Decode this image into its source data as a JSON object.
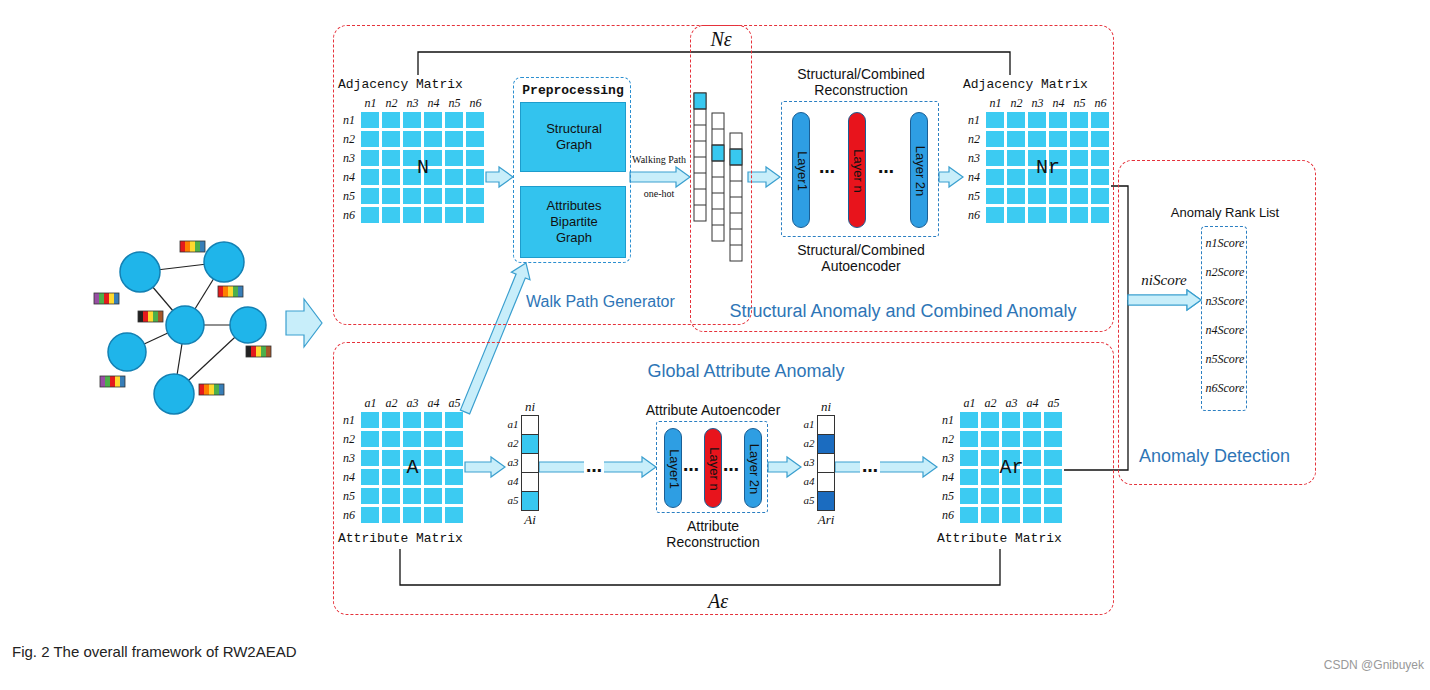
{
  "diagram": {
    "caption": "Fig. 2 The overall framework of RW2AEAD",
    "nodes": [
      {
        "text": [
          "Walk Path Generator"
        ]
      },
      {
        "text": [
          "Adjacency Matrix",
          "n1",
          "n2",
          "n3",
          "n4",
          "n5",
          "n6",
          "n1",
          "n2",
          "n3",
          "n4",
          "n5",
          "n6",
          "N"
        ],
        "in": 0
      },
      {
        "text": [
          "Preprocessing"
        ],
        "in": 0
      },
      {
        "text": [
          "Structural Graph"
        ],
        "in": 2
      },
      {
        "text": [
          "Attributes Bipartite Graph"
        ],
        "in": 2
      },
      {
        "text": [
          "Structural Anomaly and Combined Anomaly"
        ]
      },
      {
        "text": [
          "Structural/Combined Reconstruction",
          "Structural/Combined Autoencoder"
        ],
        "in": 5
      },
      {
        "text": [
          "Layer1"
        ],
        "in": 6
      },
      {
        "text": [
          "Layer n"
        ],
        "in": 6
      },
      {
        "text": [
          "Layer 2n"
        ],
        "in": 6
      },
      {
        "text": [
          "Adjacency Matrix",
          "n1",
          "n2",
          "n3",
          "n4",
          "n5",
          "n6",
          "n1",
          "n2",
          "n3",
          "n4",
          "n5",
          "n6",
          "Nr"
        ],
        "in": 5
      },
      {
        "text": [
          "Global Attribute Anomaly"
        ]
      },
      {
        "text": [
          "a1",
          "a2",
          "a3",
          "a4",
          "a5",
          "n1",
          "n2",
          "n3",
          "n4",
          "n5",
          "n6",
          "A",
          "Attribute Matrix"
        ],
        "in": 11
      },
      {
        "text": [
          "ni",
          "a1",
          "a2",
          "a3",
          "a4",
          "a5",
          "Ai"
        ],
        "in": 11
      },
      {
        "text": [
          "Attribute Autoencoder",
          "Attribute Reconstruction"
        ],
        "in": 11
      },
      {
        "text": [
          "Layer1"
        ],
        "in": 14
      },
      {
        "text": [
          "Layer n"
        ],
        "in": 14
      },
      {
        "text": [
          "Layer 2n"
        ],
        "in": 14
      },
      {
        "text": [
          "ni",
          "a1",
          "a2",
          "a3",
          "a4",
          "a5",
          "Ari"
        ],
        "in": 11
      },
      {
        "text": [
          "a1",
          "a2",
          "a3",
          "a4",
          "a5",
          "n1",
          "n2",
          "n3",
          "n4",
          "n5",
          "n6",
          "Ar",
          "Attribute Matrix"
        ],
        "in": 11
      },
      {
        "text": [
          "Anomaly Detection"
        ]
      },
      {
        "text": [
          "Anomaly Rank List",
          "n1Score",
          "n2Score",
          "n3Score",
          "n4Score",
          "n5Score",
          "n6Score"
        ],
        "in": 20
      }
    ],
    "edges": [
      {
        "from": 1,
        "to": 2,
        "arrow": "to"
      },
      {
        "from": 12,
        "to": 2,
        "arrow": "to"
      },
      {
        "from": 6,
        "to": 10,
        "arrow": "to"
      },
      {
        "from": 1,
        "to": 10,
        "label": "Nε",
        "arrow": "none"
      },
      {
        "from": 12,
        "to": 13,
        "arrow": "to"
      },
      {
        "from": 13,
        "to": 14,
        "label": "…",
        "arrow": "to"
      },
      {
        "from": 14,
        "to": 18,
        "arrow": "to"
      },
      {
        "from": 18,
        "to": 19,
        "label": "…",
        "arrow": "to"
      },
      {
        "from": 12,
        "to": 19,
        "label": "Aε",
        "arrow": "none"
      },
      {
        "from": 10,
        "to": 21,
        "label": "niScore",
        "arrow": "to"
      },
      {
        "from": 19,
        "to": 21,
        "arrow": "to"
      }
    ],
    "labels": [
      "Walking Path one-hot",
      "…",
      "…",
      "…",
      "…",
      "CSDN @Gnibuyek"
    ]
  }
}
